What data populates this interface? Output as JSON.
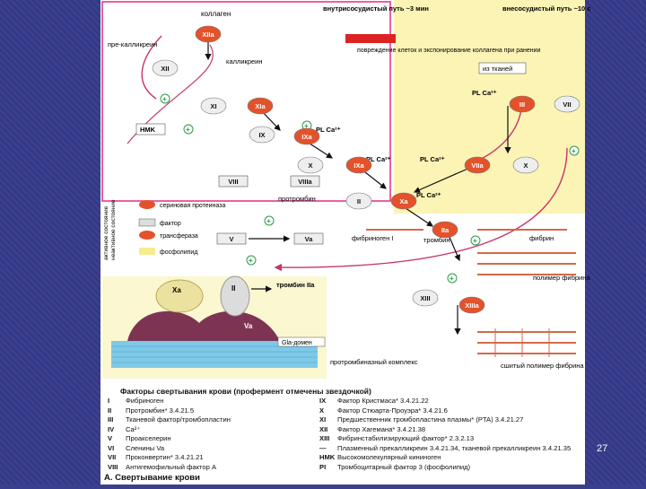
{
  "labels": {
    "intrinsic": "внутрисосудистый путь ~3 мин",
    "extrinsic": "внесосудистый путь ~10 с",
    "collagen": "коллаген",
    "prekallikrein": "пре-калликреин",
    "kallikrein": "калликреин",
    "damage": "повреждение клеток и экспонирование коллагена при ранении",
    "from_tissues": "из тканей",
    "hmk": "HMK",
    "pl_ca": "PL Ca²⁺",
    "prothrombin": "протромбин",
    "fibrinogen": "фибриноген I",
    "thrombin": "тромбин",
    "fibrin": "фибрин",
    "polymer": "полимер фибрина",
    "crosslinked": "сшитый полимер фибрина",
    "thrombin_iia": "тромбин IIa",
    "gla_domain": "Gla-домен",
    "prothrombinase": "протромбиназный комплекс",
    "side_active": "активное состояние",
    "side_inactive": "неактивное состояние"
  },
  "factors": {
    "xiia": "XIIa",
    "xii": "XII",
    "xi": "XI",
    "xia": "XIa",
    "ix": "IX",
    "ixa": "IXa",
    "x_left": "X",
    "x_right": "X",
    "viii": "VIII",
    "viiia": "VIIIa",
    "iii": "III",
    "vii": "VII",
    "viia": "VIIa",
    "xa": "Xa",
    "ii": "II",
    "iia": "IIa",
    "v": "V",
    "va": "Va",
    "xiii": "XIII",
    "xiiia": "XIIIa"
  },
  "inset": {
    "xa": "Xa",
    "ii": "II",
    "va": "Va"
  },
  "key": [
    {
      "name": "сериновая протеиназа",
      "color": "#e4522b"
    },
    {
      "name": "фактор",
      "color": "#dddddd"
    },
    {
      "name": "трансфераза",
      "color": "#e4522b"
    },
    {
      "name": "фосфолипид",
      "color": "#f4ed8e"
    }
  ],
  "legend": {
    "title": "Факторы свертывания крови (профермент отмечены звездочкой)",
    "left": [
      {
        "code": "I",
        "text": "Фибриноген"
      },
      {
        "code": "II",
        "text": "Протромбин* 3.4.21.5"
      },
      {
        "code": "III",
        "text": "Тканевой фактор/тромбопластин"
      },
      {
        "code": "IV",
        "text": "Ca²⁺"
      },
      {
        "code": "V",
        "text": "Проакселерин"
      },
      {
        "code": "VI",
        "text": "Сленины Va"
      },
      {
        "code": "VII",
        "text": "Проконвертин* 3.4.21.21"
      },
      {
        "code": "VIII",
        "text": "Антигемофильный фактор А"
      }
    ],
    "right": [
      {
        "code": "IX",
        "text": "Фактор Кристмаса* 3.4.21.22"
      },
      {
        "code": "X",
        "text": "Фактор Стюарта-Проуэра* 3.4.21.6"
      },
      {
        "code": "XI",
        "text": "Предшественник тромбопластина плазмы* (PTA) 3.4.21.27"
      },
      {
        "code": "XII",
        "text": "Фактор Хагемана* 3.4.21.38"
      },
      {
        "code": "XIII",
        "text": "Фибринстабилизирующий фактор* 2.3.2.13"
      },
      {
        "code": "—",
        "text": "Плазменный прекалликреин 3.4.21.34, тканевой прекалликреин 3.4.21.35"
      },
      {
        "code": "HMK",
        "text": "Высокомолекулярный кининоген"
      },
      {
        "code": "PI",
        "text": "Тромбоцитарный фактор 3 (фосфолипид)"
      }
    ],
    "caption": "А. Свертывание крови"
  },
  "page_number": "27"
}
